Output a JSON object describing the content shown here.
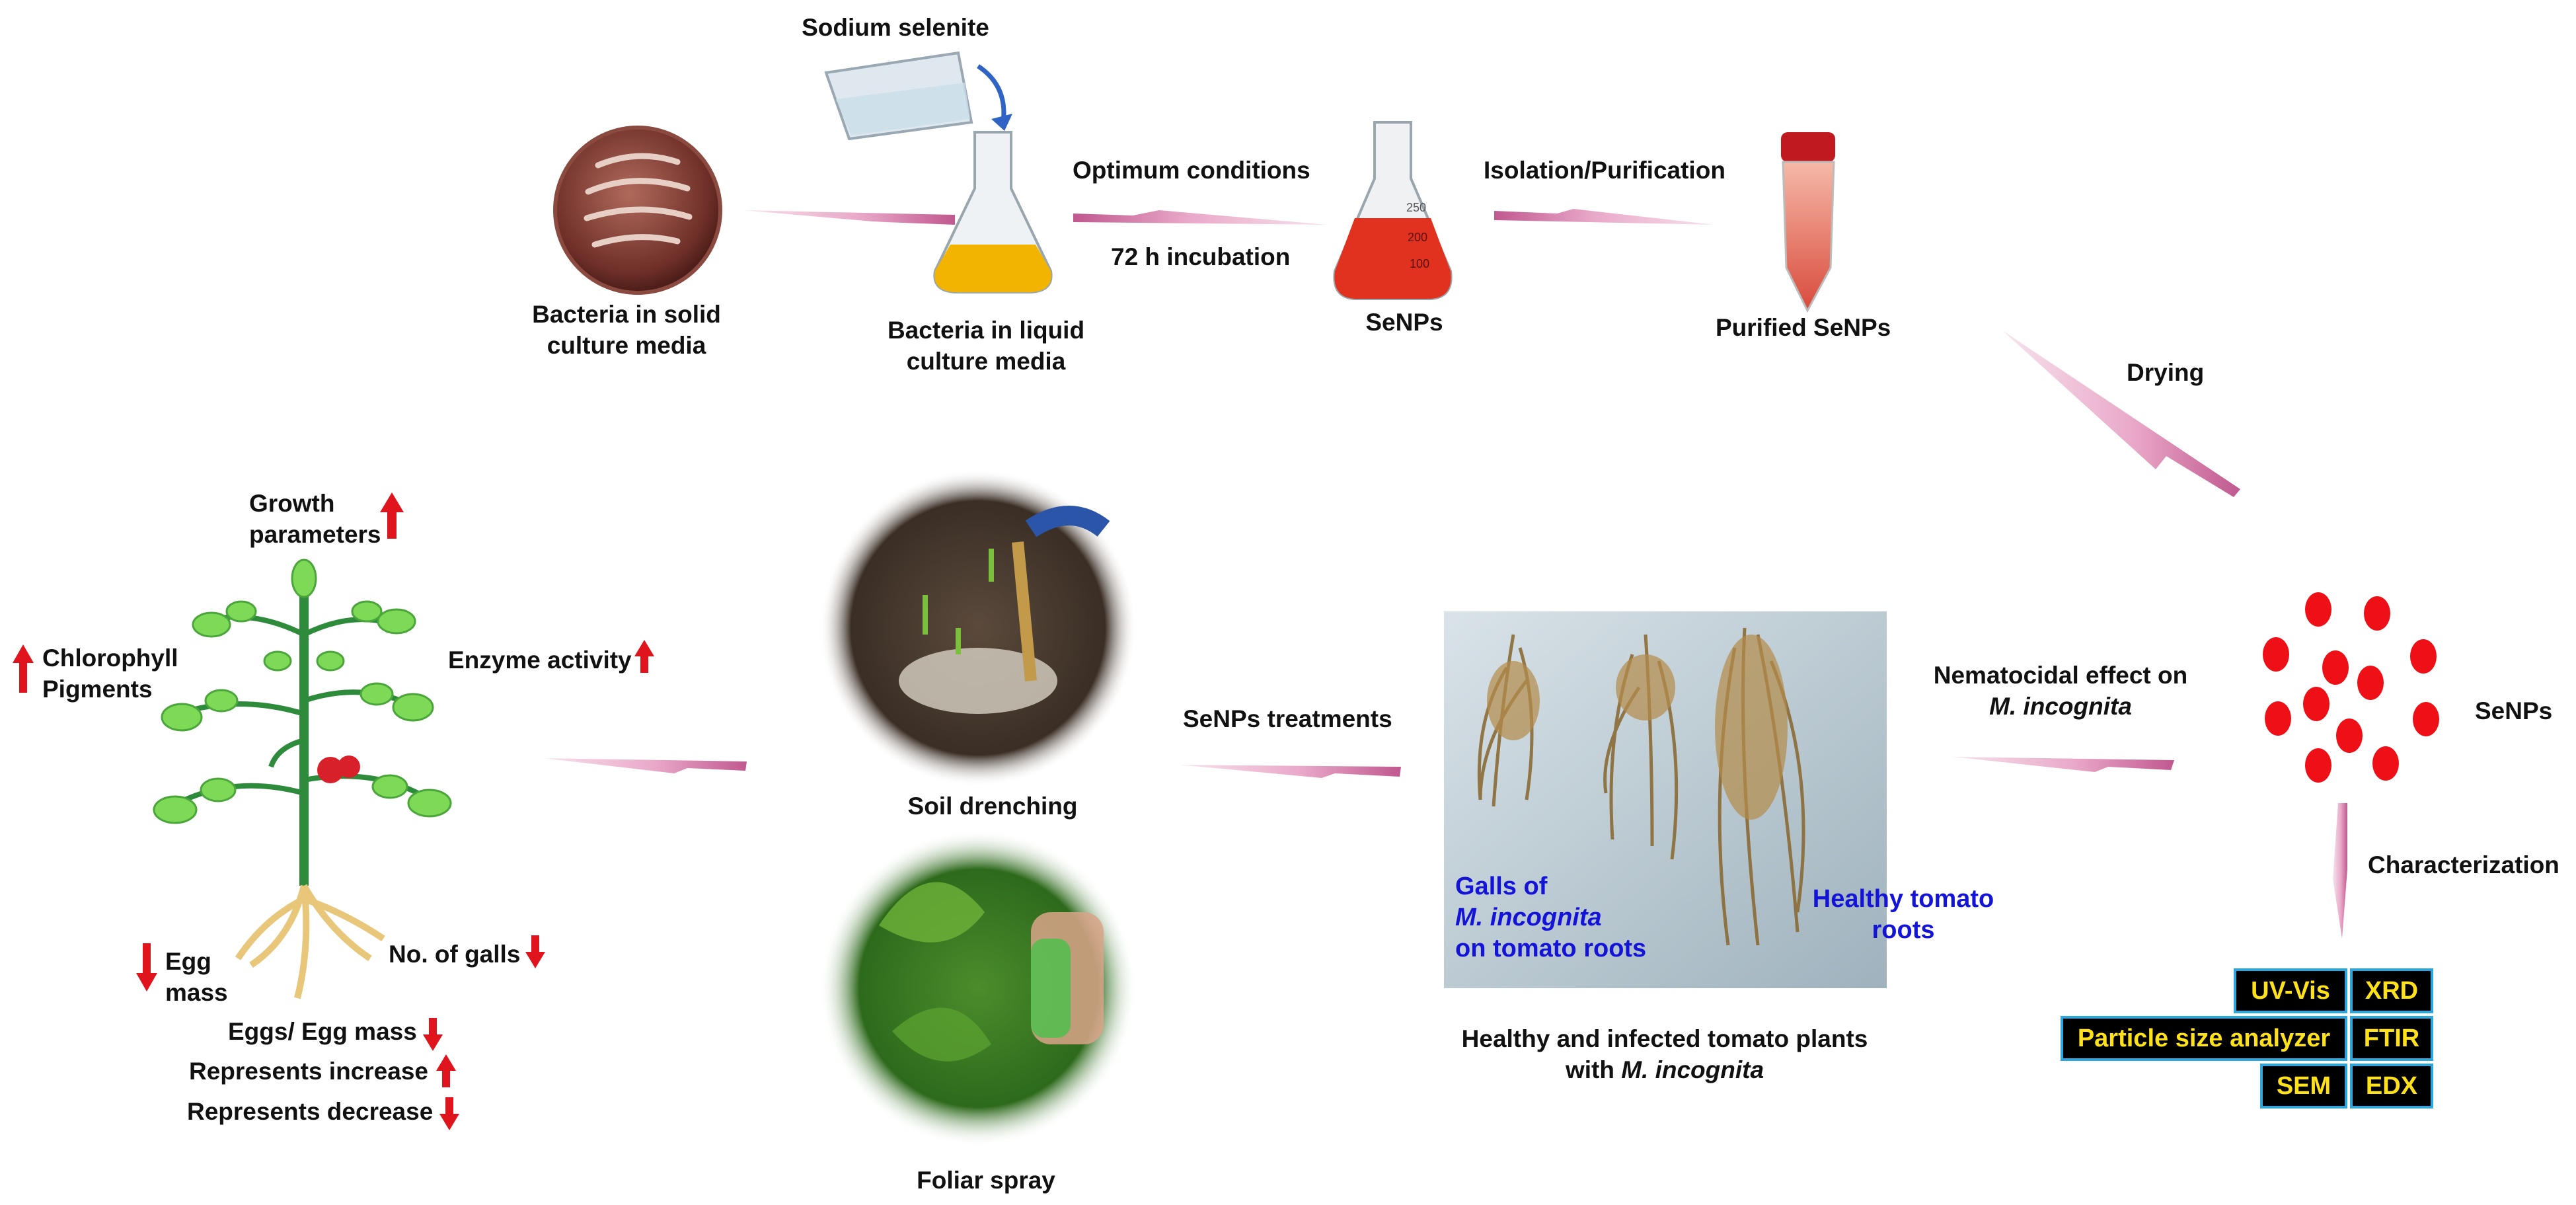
{
  "top_row": {
    "bacteria_solid": [
      "Bacteria in solid",
      "culture media"
    ],
    "sodium_selenite": "Sodium selenite",
    "bacteria_liquid": [
      "Bacteria in liquid",
      "culture media"
    ],
    "optimum_conditions": "Optimum conditions",
    "incubation": "72 h incubation",
    "senps": "SeNPs",
    "flask_marks": [
      "250",
      "200",
      "100"
    ],
    "isolation": "Isolation/Purification",
    "purified": "Purified SeNPs"
  },
  "right_column": {
    "drying": "Drying",
    "senps": "SeNPs",
    "characterization": "Characterization",
    "techniques": {
      "uv_vis": "UV-Vis",
      "xrd": "XRD",
      "particle_size": "Particle size analyzer",
      "ftir": "FTIR",
      "sem": "SEM",
      "edx": "EDX"
    }
  },
  "middle_row": {
    "nematocidal": [
      "Nematocidal effect on",
      "M. incognita"
    ],
    "photo_caption": [
      "Healthy and infected tomato plants",
      "with ",
      "M. incognita"
    ],
    "galls": [
      "Galls of",
      "M. incognita",
      "on tomato roots"
    ],
    "healthy_roots": [
      "Healthy tomato",
      "roots"
    ],
    "treatments": "SeNPs treatments",
    "soil_drenching": "Soil drenching",
    "foliar_spray": "Foliar spray"
  },
  "plant_effects": {
    "growth": [
      "Growth",
      "parameters"
    ],
    "chlorophyll": [
      "Chlorophyll",
      "Pigments"
    ],
    "enzyme": "Enzyme activity",
    "egg_mass": [
      "Egg",
      "mass"
    ],
    "galls": "No. of galls",
    "eggs": "Eggs/ Egg mass",
    "legend_increase": "Represents increase",
    "legend_decrease": "Represents decrease"
  },
  "colors": {
    "arrow_light": "#f6dce9",
    "arrow_dark": "#c0588f",
    "red_arrow": "#e0141c",
    "senp_dot": "#ee1016",
    "box_border": "#2aa7df",
    "box_text": "#ffe11a",
    "blue_label": "#1414d8"
  }
}
